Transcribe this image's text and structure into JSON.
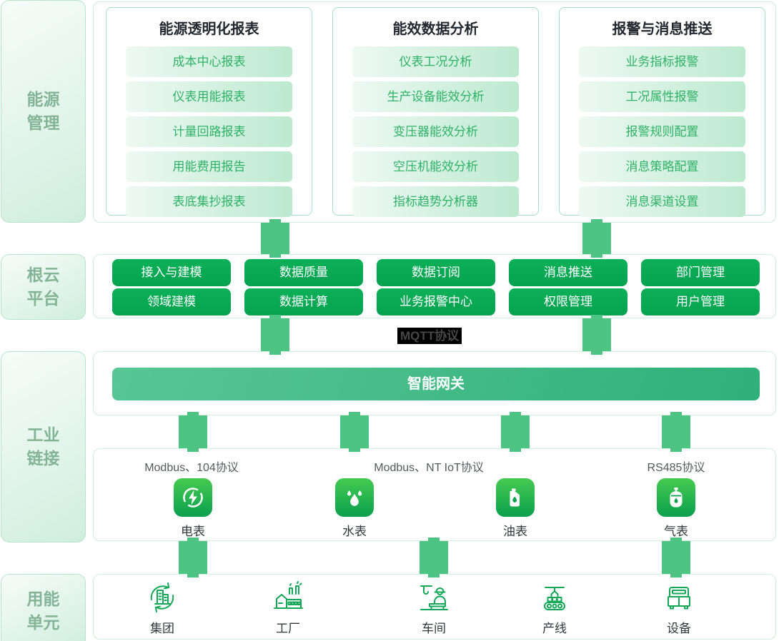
{
  "sidebar": {
    "items": [
      {
        "line1": "能源",
        "line2": "管理"
      },
      {
        "line1": "根云",
        "line2": "平台"
      },
      {
        "line1": "工业",
        "line2": "链接"
      },
      {
        "line1": "用能",
        "line2": "单元"
      }
    ]
  },
  "report_groups": [
    {
      "title": "能源透明化报表",
      "items": [
        "成本中心报表",
        "仪表用能报表",
        "计量回路报表",
        "用能费用报告",
        "表底集抄报表"
      ]
    },
    {
      "title": "能效数据分析",
      "items": [
        "仪表工况分析",
        "生产设备能效分析",
        "变压器能效分析",
        "空压机能效分析",
        "指标趋势分析器"
      ]
    },
    {
      "title": "报警与消息推送",
      "items": [
        "业务指标报警",
        "工况属性报警",
        "报警规则配置",
        "消息策略配置",
        "消息渠道设置"
      ]
    }
  ],
  "platform": {
    "row1": [
      "接入与建模",
      "数据质量",
      "数据订阅",
      "消息推送",
      "部门管理"
    ],
    "row2": [
      "领域建模",
      "数据计算",
      "业务报警中心",
      "权限管理",
      "用户管理"
    ]
  },
  "mqtt_label": "MQTT协议",
  "gateway_label": "智能网关",
  "meters": {
    "protocols": [
      "Modbus、104协议",
      "Modbus、NT IoT协议",
      "RS485协议"
    ],
    "items": [
      {
        "label": "电表",
        "icon": "electric-meter-icon"
      },
      {
        "label": "水表",
        "icon": "water-meter-icon"
      },
      {
        "label": "油表",
        "icon": "oil-meter-icon"
      },
      {
        "label": "气表",
        "icon": "gas-meter-icon"
      }
    ]
  },
  "units": [
    {
      "label": "集团",
      "icon": "group-icon"
    },
    {
      "label": "工厂",
      "icon": "factory-icon"
    },
    {
      "label": "车间",
      "icon": "workshop-icon"
    },
    {
      "label": "产线",
      "icon": "production-line-icon"
    },
    {
      "label": "设备",
      "icon": "equipment-icon"
    }
  ],
  "colors": {
    "solid_button_green": "#07a452",
    "connector_green": "#4dc484",
    "tile_green_top": "#46ca51",
    "tile_green_bottom": "#0aa04e",
    "gateway_gradient": [
      "#58c695",
      "#2fb07a"
    ],
    "light_item_gradient": [
      "#eef9f3",
      "#bce9d0"
    ],
    "panel_border": "#cfeedd",
    "group_border": "#a6dfc1",
    "sidebar_text": "#84b497",
    "item_text_green": "#2fb268",
    "mqtt_bg": "#000000"
  }
}
